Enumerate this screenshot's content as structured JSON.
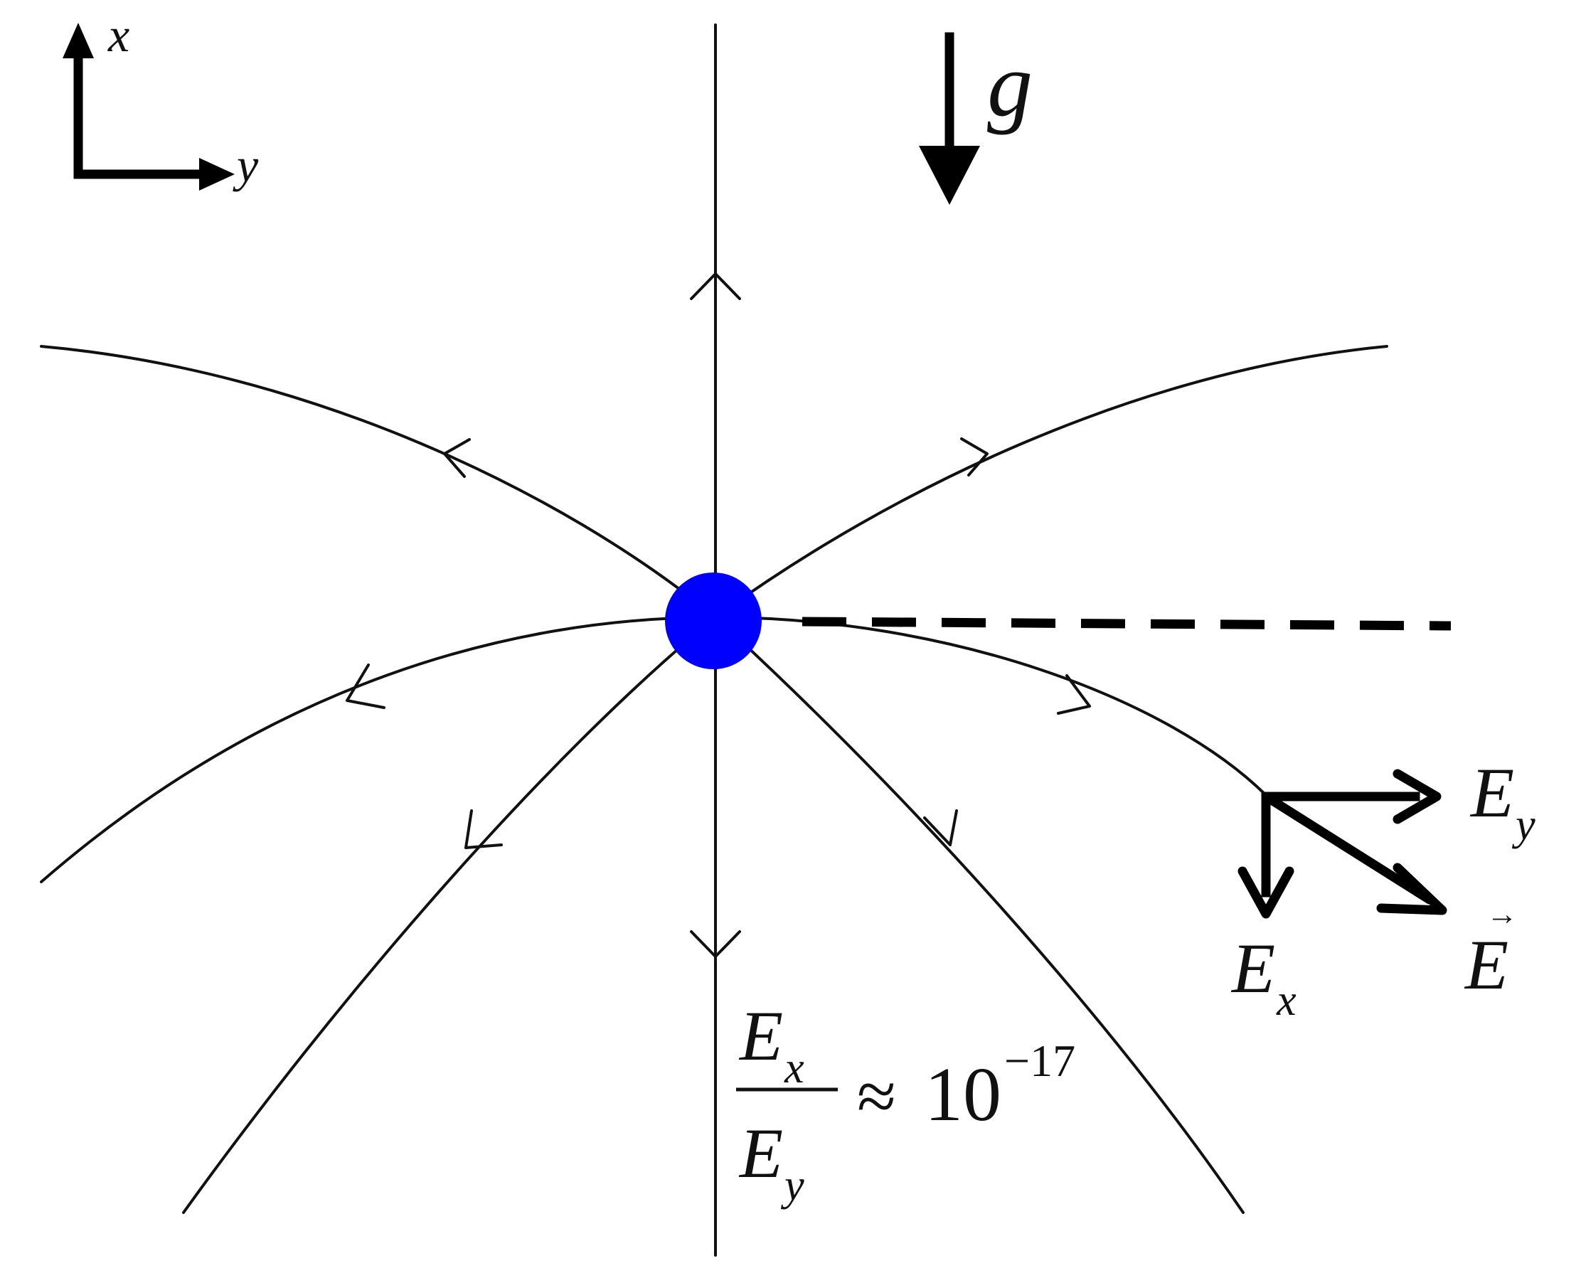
{
  "axes": {
    "x_label": "x",
    "y_label": "y"
  },
  "gravity": {
    "label": "g"
  },
  "charge": {
    "color": "#0000ff"
  },
  "components": {
    "ey_main": "E",
    "ey_sub": "y",
    "ex_main": "E",
    "ex_sub": "x",
    "e_vec": "E",
    "e_vec_arrow": "→"
  },
  "ratio": {
    "num_main": "E",
    "num_sub": "x",
    "den_main": "E",
    "den_sub": "y",
    "approx": "≈",
    "base": "10",
    "exponent": "−17"
  }
}
